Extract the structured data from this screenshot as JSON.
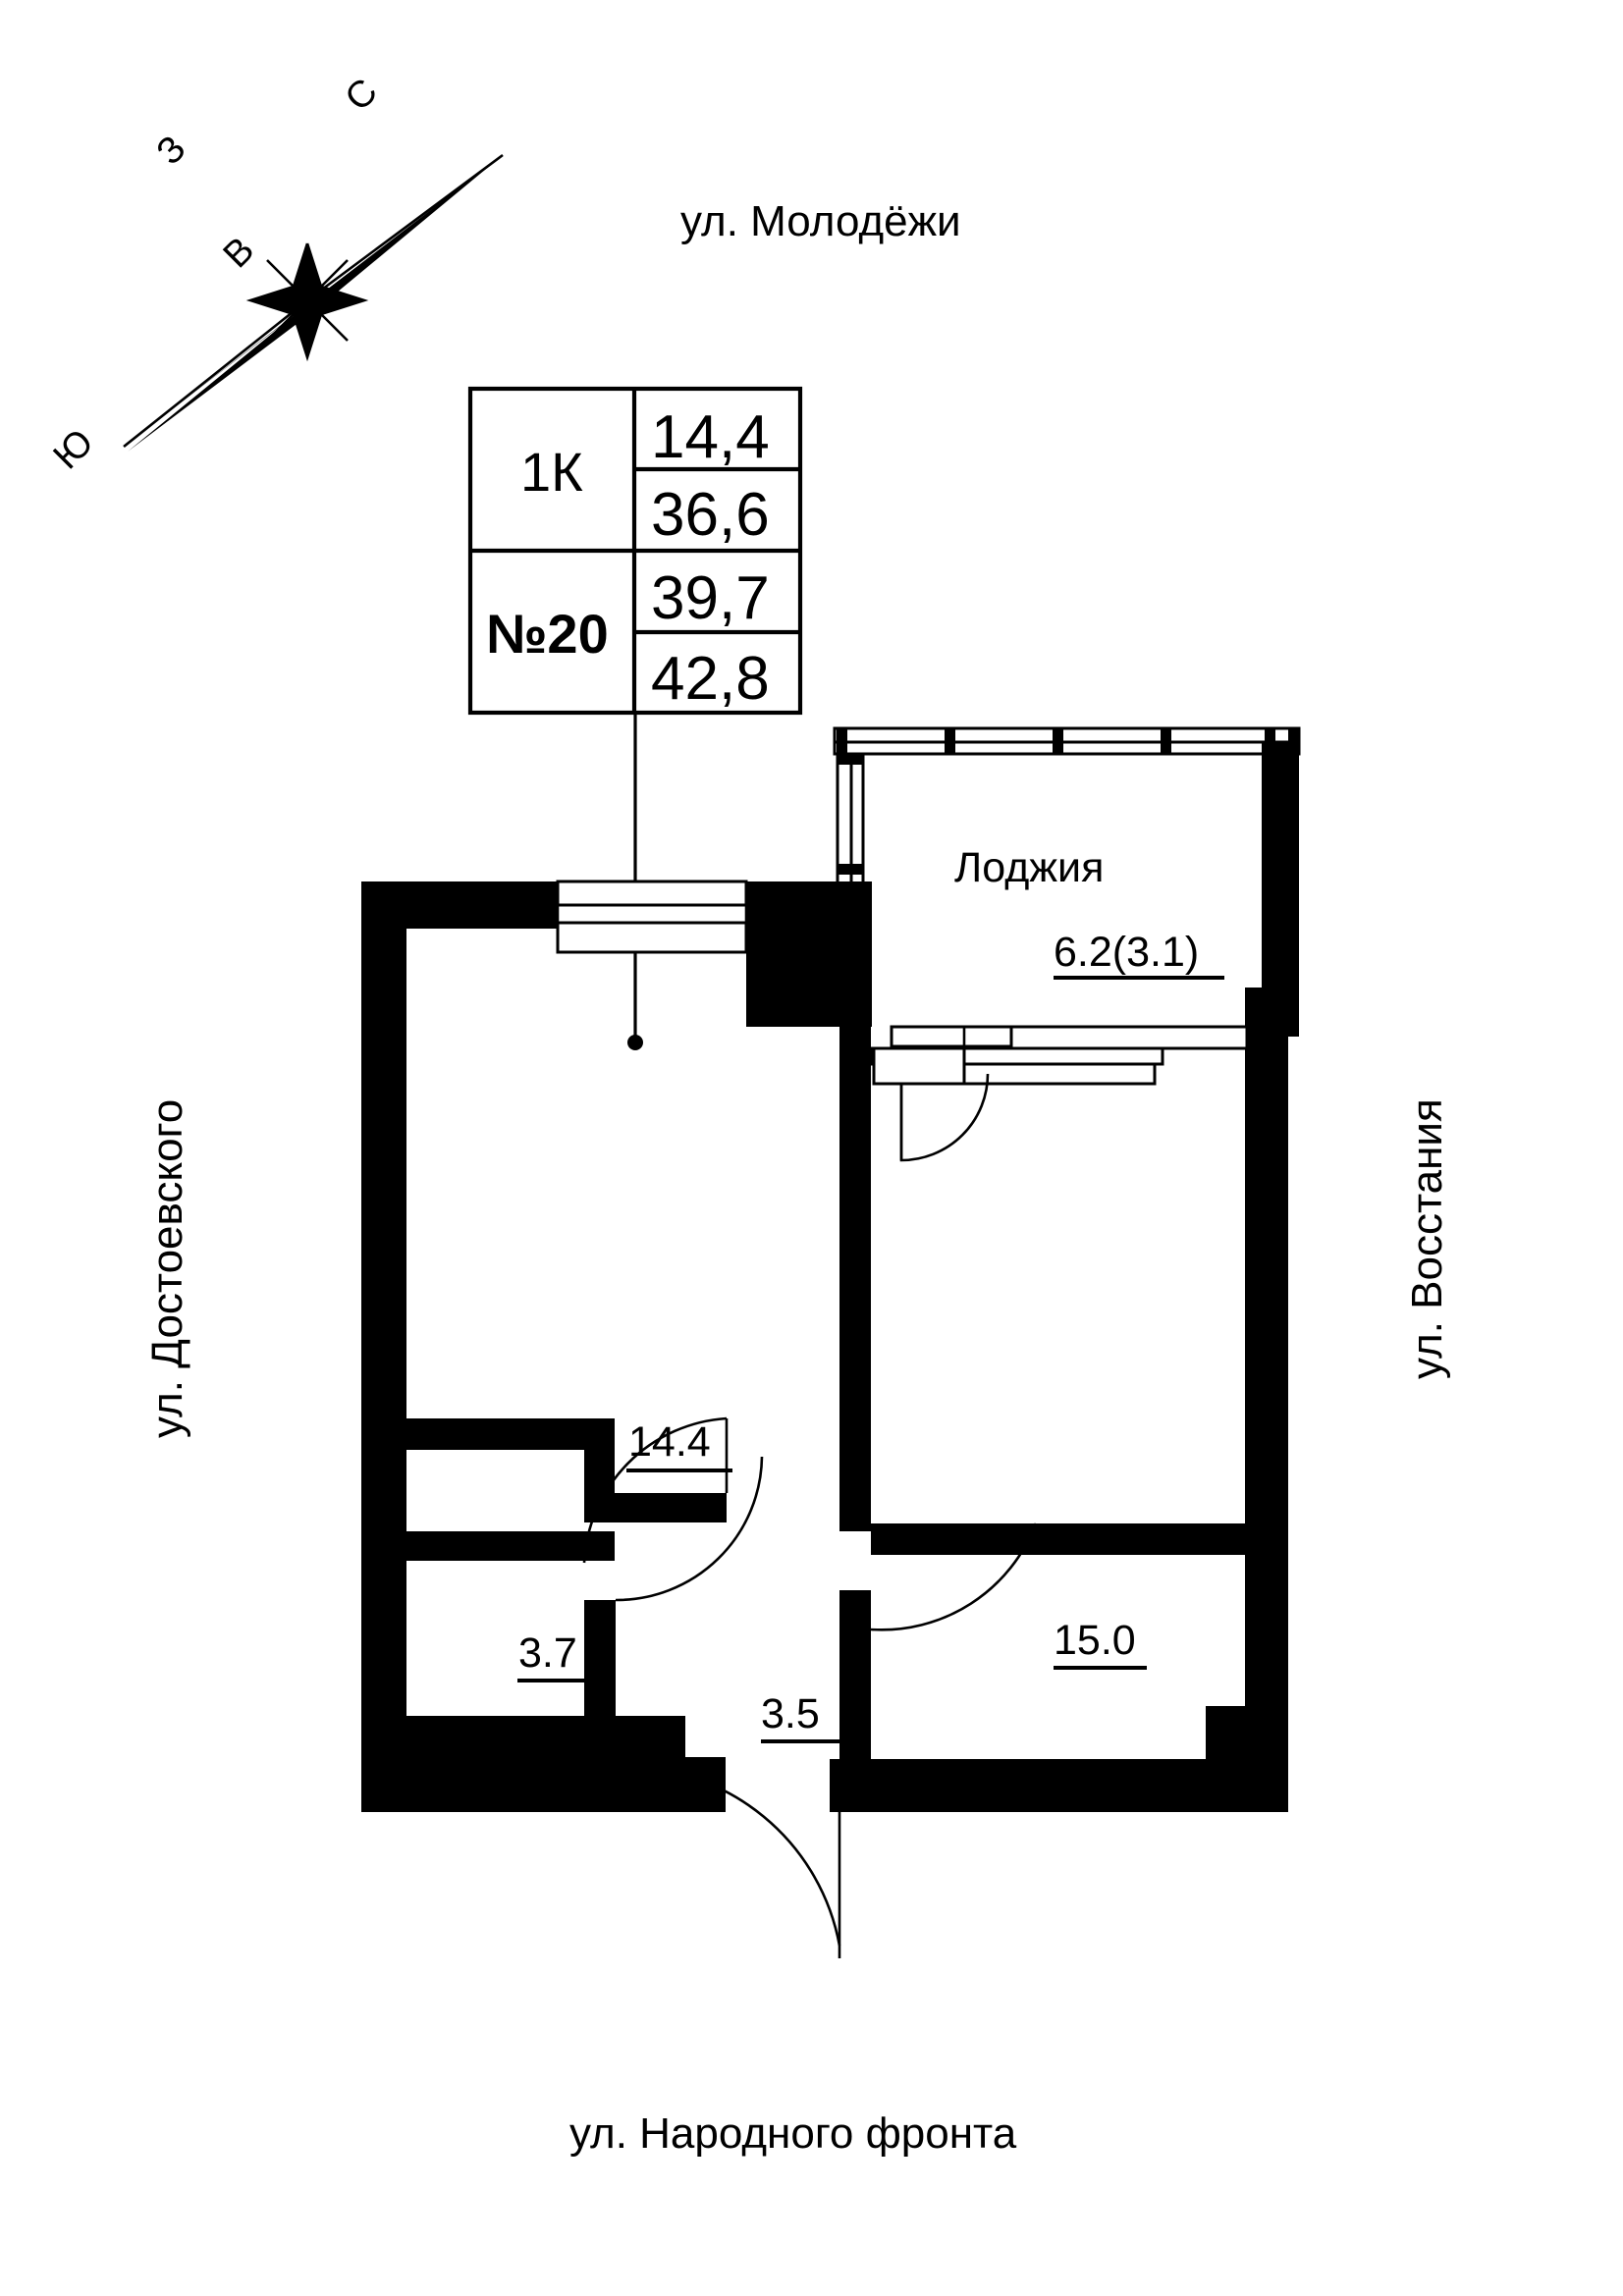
{
  "document": {
    "type": "apartment-floor-plan",
    "language": "ru"
  },
  "streets": {
    "north": "ул. Молодёжи",
    "south": "ул. Народного фронта",
    "west": "ул. Достоевского",
    "east": "ул. Восстания"
  },
  "compass": {
    "north": "С",
    "south": "Ю",
    "west": "З",
    "east": "В"
  },
  "info_table": {
    "rooms_label": "1К",
    "apartment_number": "№20",
    "area_living": "14,4",
    "area_total_rooms": "36,6",
    "area_total": "39,7",
    "area_with_loggia": "42,8"
  },
  "rooms": [
    {
      "name": "living-room",
      "area": "14.4",
      "label": ""
    },
    {
      "name": "bathroom",
      "area": "3.7",
      "label": ""
    },
    {
      "name": "hallway",
      "area": "3.5",
      "label": ""
    },
    {
      "name": "kitchen",
      "area": "15.0",
      "label": ""
    },
    {
      "name": "loggia",
      "area": "6.2(3.1)",
      "label": "Лоджия"
    }
  ],
  "colors": {
    "wall": "#000000",
    "background": "#ffffff",
    "line": "#000000"
  }
}
